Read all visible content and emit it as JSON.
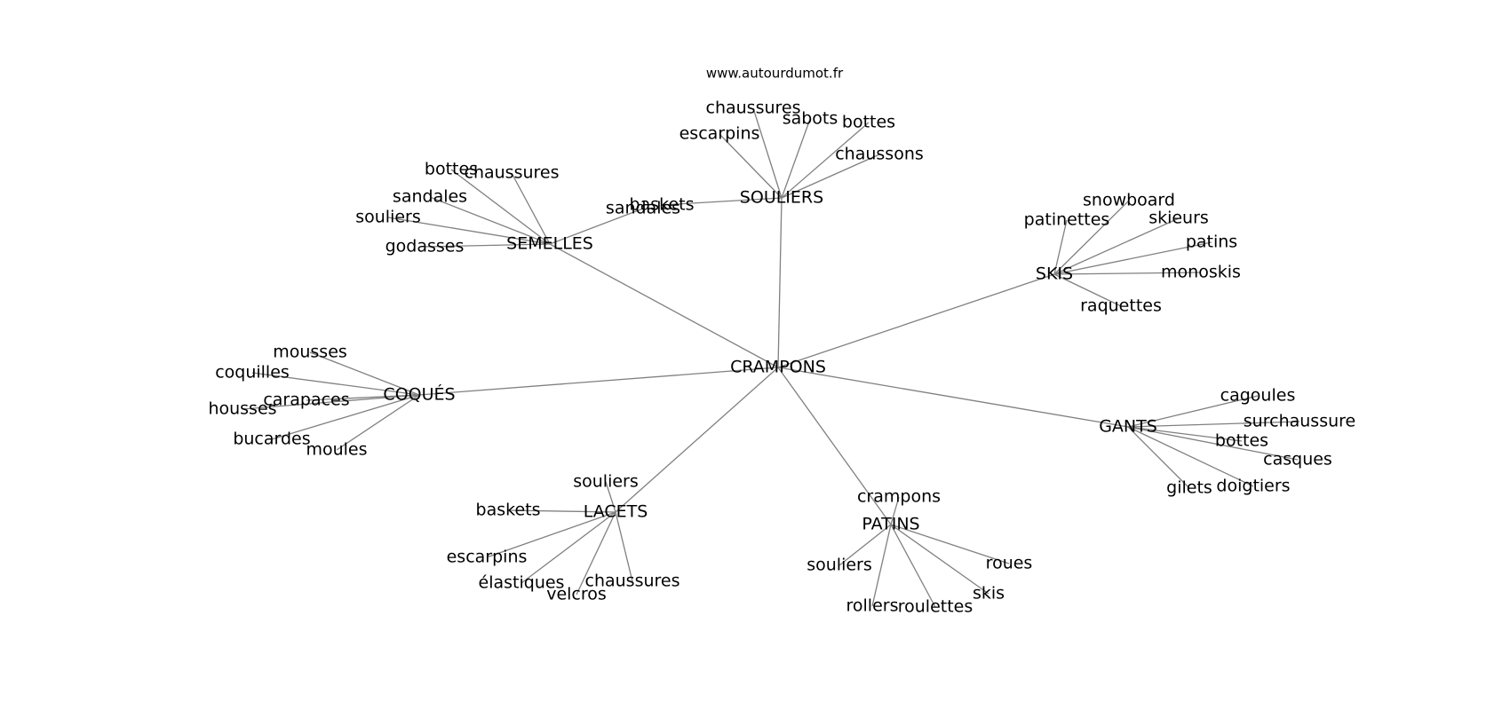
{
  "site": "www.autourdumot.fr",
  "center": "CRAMPONS",
  "colors": {
    "edge": "#808080",
    "text": "#000000",
    "background": "#ffffff"
  },
  "clusters": [
    {
      "hub": "SOULIERS",
      "leaves": [
        "chaussures",
        "sabots",
        "bottes",
        "escarpins",
        "chaussons",
        "baskets"
      ]
    },
    {
      "hub": "SEMELLES",
      "leaves": [
        "bottes",
        "chaussures",
        "sandales",
        "souliers",
        "godasses",
        "sandales"
      ]
    },
    {
      "hub": "SKIS",
      "leaves": [
        "snowboard",
        "patinettes",
        "skieurs",
        "patins",
        "monoskis",
        "raquettes"
      ]
    },
    {
      "hub": "COQUÉS",
      "leaves": [
        "mousses",
        "coquilles",
        "carapaces",
        "housses",
        "bucardes",
        "moules"
      ]
    },
    {
      "hub": "GANTS",
      "leaves": [
        "cagoules",
        "surchaussure",
        "bottes",
        "casques",
        "gilets",
        "doigtiers"
      ]
    },
    {
      "hub": "LACETS",
      "leaves": [
        "souliers",
        "baskets",
        "escarpins",
        "élastiques",
        "velcros",
        "chaussures"
      ]
    },
    {
      "hub": "PATINS",
      "leaves": [
        "crampons",
        "souliers",
        "roues",
        "skis",
        "rollers",
        "roulettes"
      ]
    }
  ]
}
